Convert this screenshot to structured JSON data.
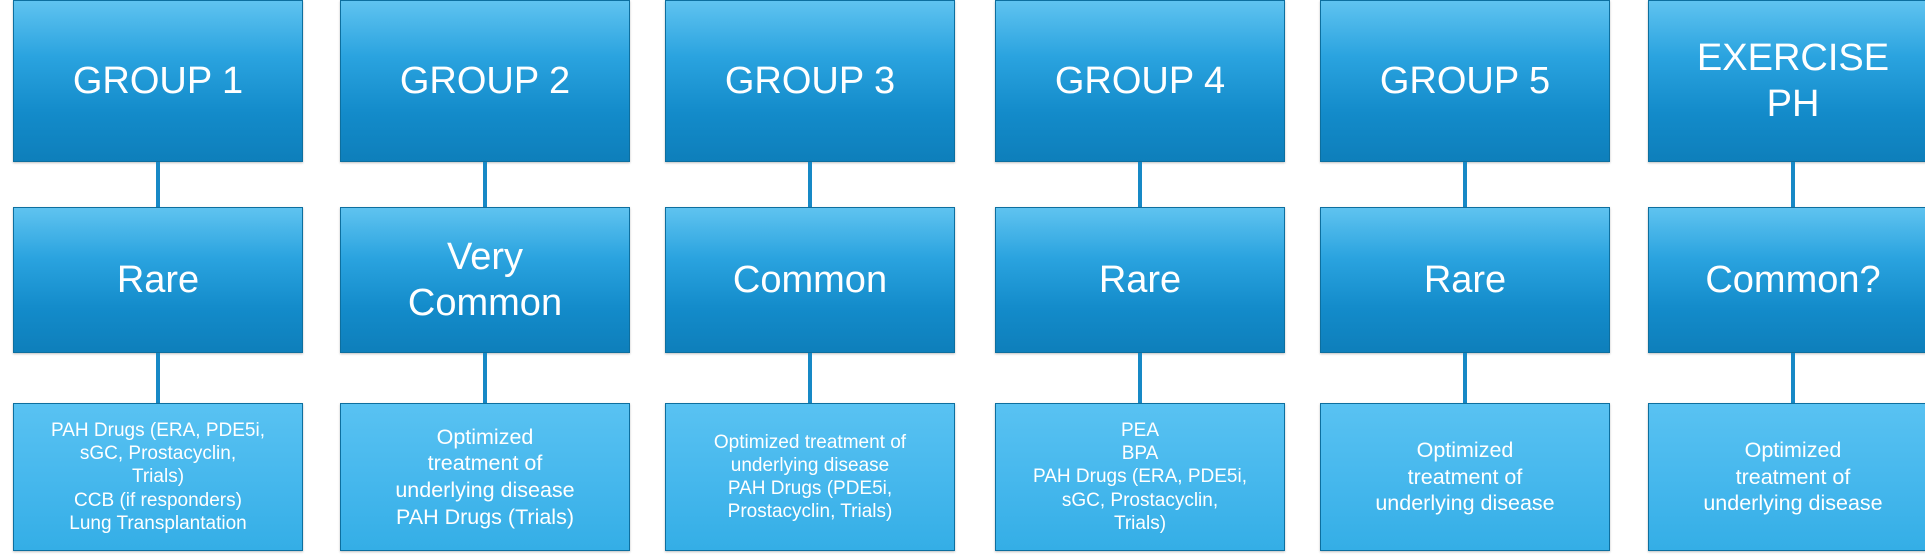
{
  "columns": [
    {
      "header": "GROUP 1",
      "prevalence": "Rare",
      "treatment": "PAH Drugs (ERA, PDE5i,\nsGC, Prostacyclin,\nTrials)\nCCB (if responders)\nLung Transplantation"
    },
    {
      "header": "GROUP 2",
      "prevalence": "Very\nCommon",
      "treatment": "Optimized\ntreatment of\nunderlying disease\nPAH Drugs (Trials)"
    },
    {
      "header": "GROUP 3",
      "prevalence": "Common",
      "treatment": "Optimized treatment of\nunderlying disease\nPAH Drugs (PDE5i,\nProstacyclin, Trials)"
    },
    {
      "header": "GROUP 4",
      "prevalence": "Rare",
      "treatment": "PEA\nBPA\nPAH Drugs (ERA, PDE5i,\nsGC, Prostacyclin,\nTrials)"
    },
    {
      "header": "GROUP 5",
      "prevalence": "Rare",
      "treatment": "Optimized\ntreatment of\nunderlying disease"
    },
    {
      "header": "EXERCISE\nPH",
      "prevalence": "Common?",
      "treatment": "Optimized\ntreatment of\nunderlying disease"
    }
  ],
  "colors": {
    "box_top": "#5fc3f0",
    "box_bottom": "#0e7fbb",
    "treatment_box": "#43b6ec",
    "connector": "#1789c6",
    "text": "#ffffff"
  }
}
